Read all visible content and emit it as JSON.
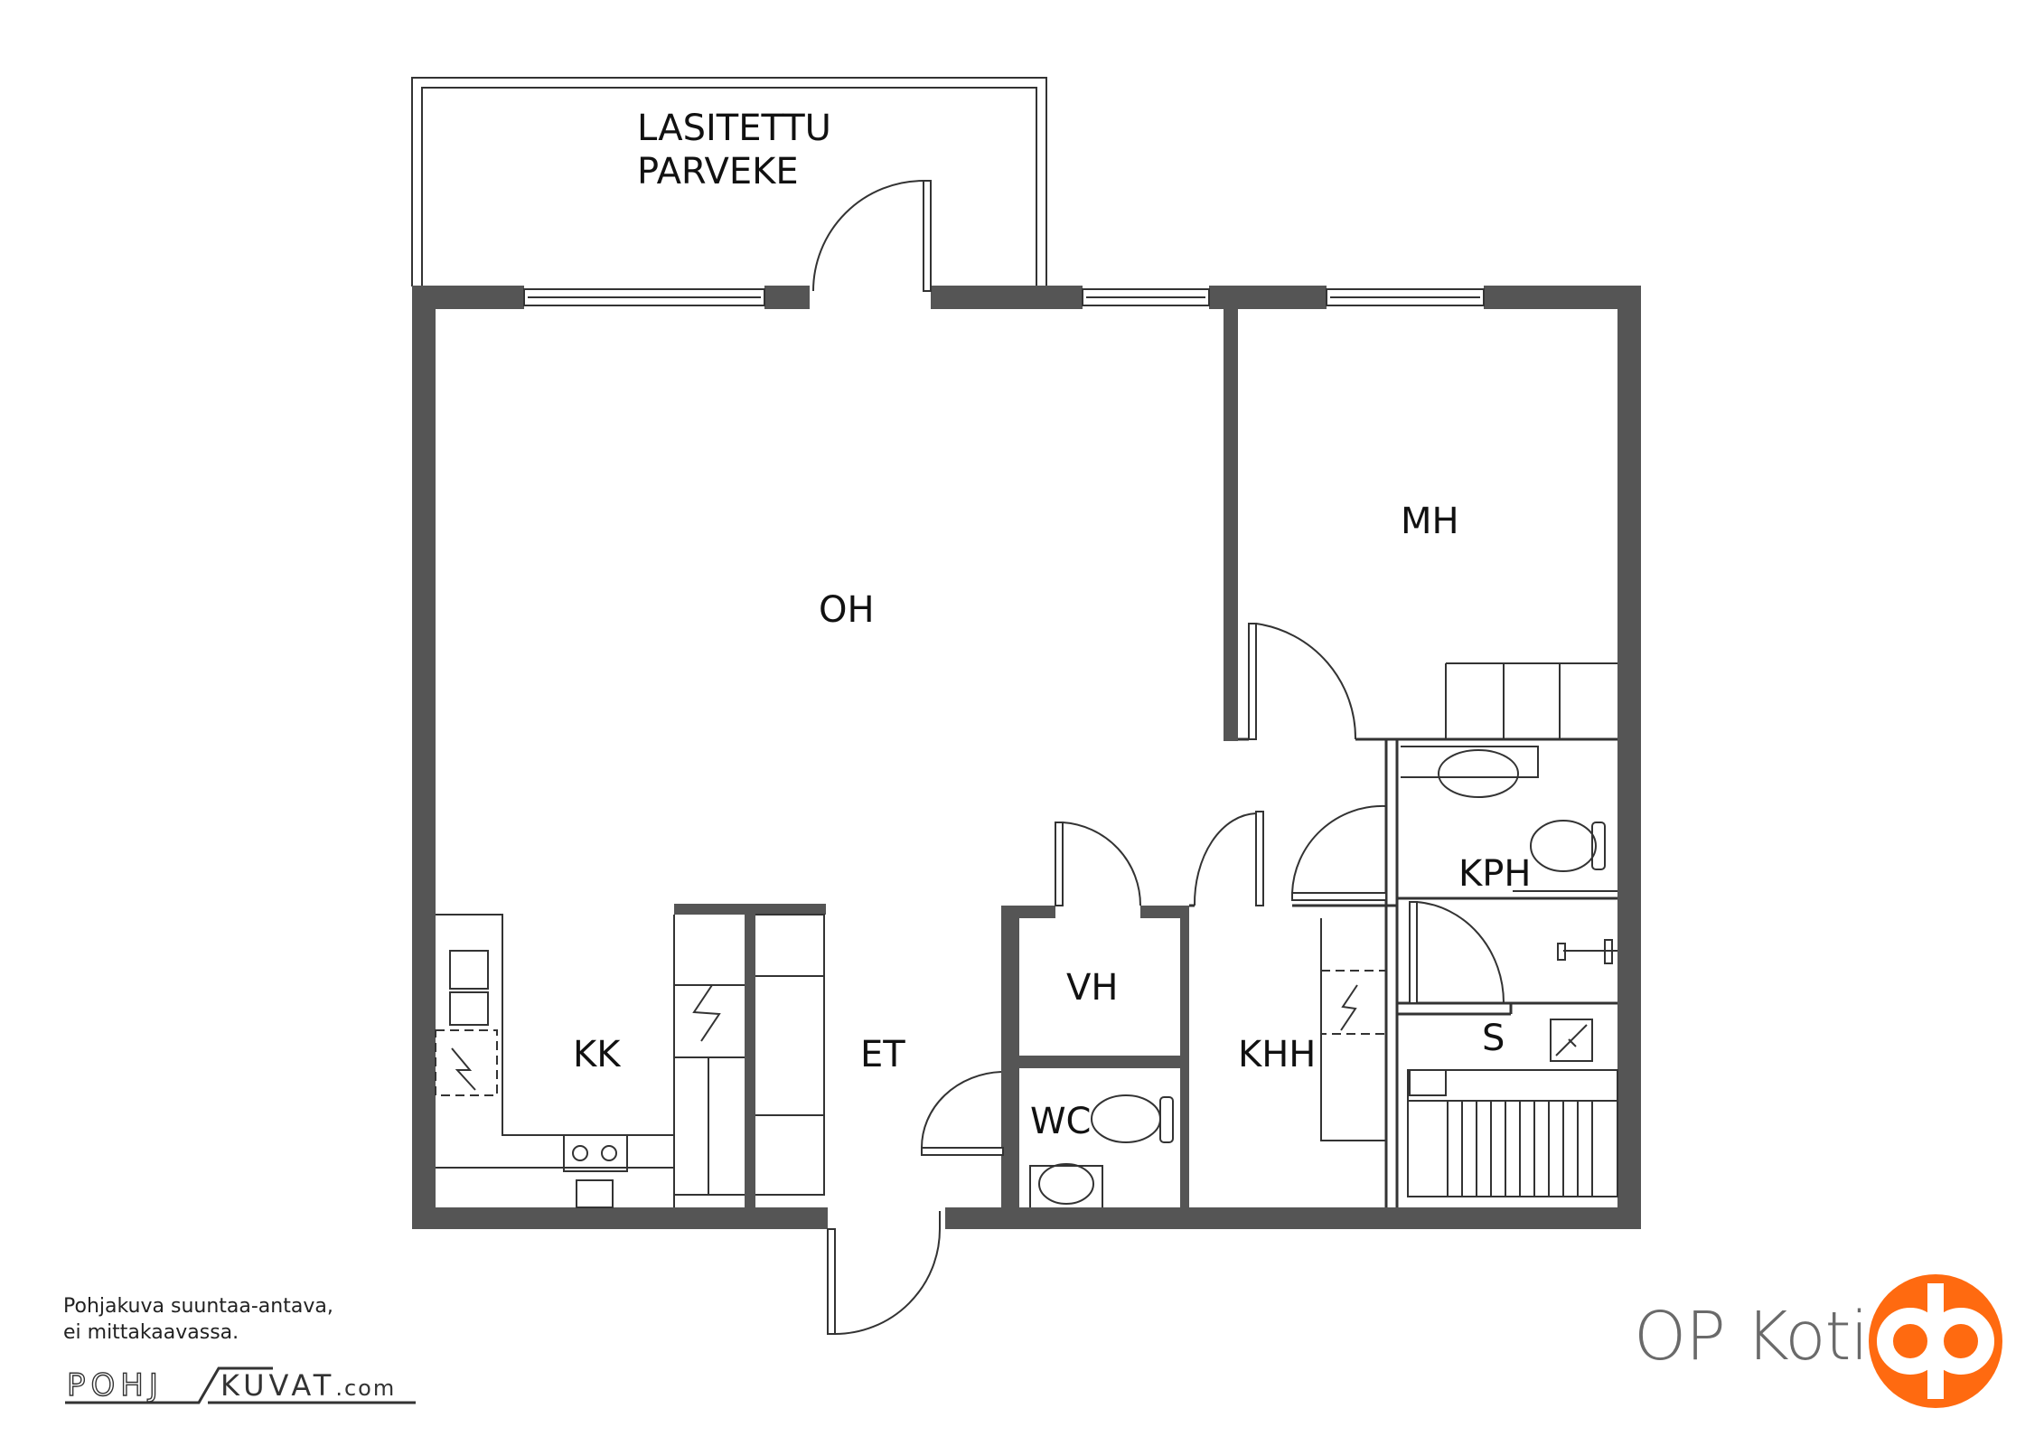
{
  "rooms": {
    "balcony_line1": "LASITETTU",
    "balcony_line2": "PARVEKE",
    "oh": "OH",
    "mh": "MH",
    "kk": "KK",
    "et": "ET",
    "vh": "VH",
    "wc": "WC",
    "khh": "KHH",
    "kph": "KPH",
    "s": "S"
  },
  "note": {
    "line1": "Pohjakuva suuntaa-antava,",
    "line2": "ei mittakaavassa."
  },
  "watermark": {
    "left": "POHJ",
    "right": "KUVAT",
    "domain": ".com"
  },
  "brand": {
    "name": "OP Koti",
    "logo_color": "#FF6A10"
  },
  "colors": {
    "wall": "#555555",
    "line": "#333333"
  }
}
